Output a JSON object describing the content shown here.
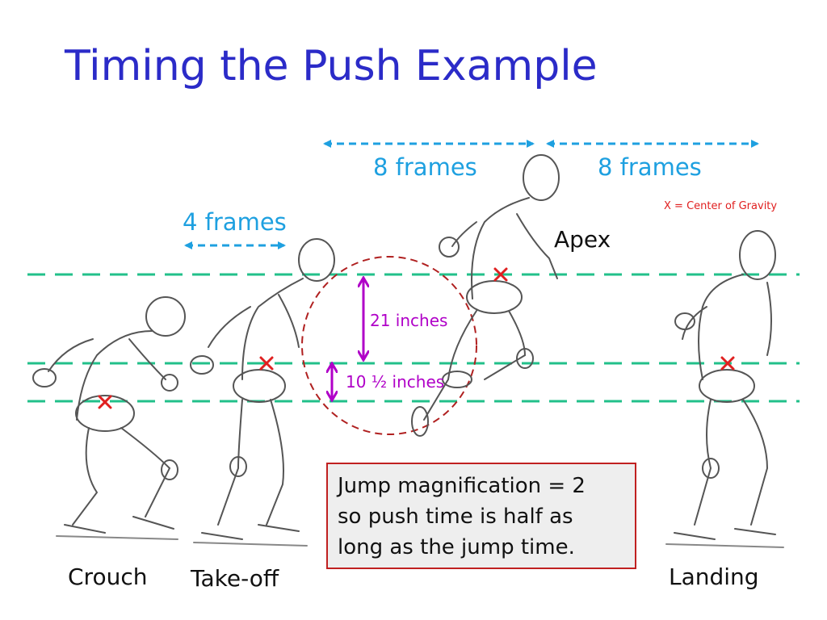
{
  "title": "Timing the Push Example",
  "legend": "X = Center of Gravity",
  "timing": {
    "left_span": "8 frames",
    "right_span": "8 frames",
    "push_span": "4 frames"
  },
  "heights": {
    "jump": "21 inches",
    "push": "10 ½ inches"
  },
  "poses": {
    "crouch": "Crouch",
    "takeoff": "Take-off",
    "apex": "Apex",
    "landing": "Landing"
  },
  "note": {
    "line1": "Jump magnification = 2",
    "line2": "so push time is half as",
    "line3": "long as the jump time."
  },
  "colors": {
    "title": "#2b2bc8",
    "timing_arrows": "#1ea0e0",
    "height_arrows": "#b000c8",
    "guide_lines": "#22c08a",
    "cg_marker": "#e02020",
    "circle": "#b02020"
  }
}
